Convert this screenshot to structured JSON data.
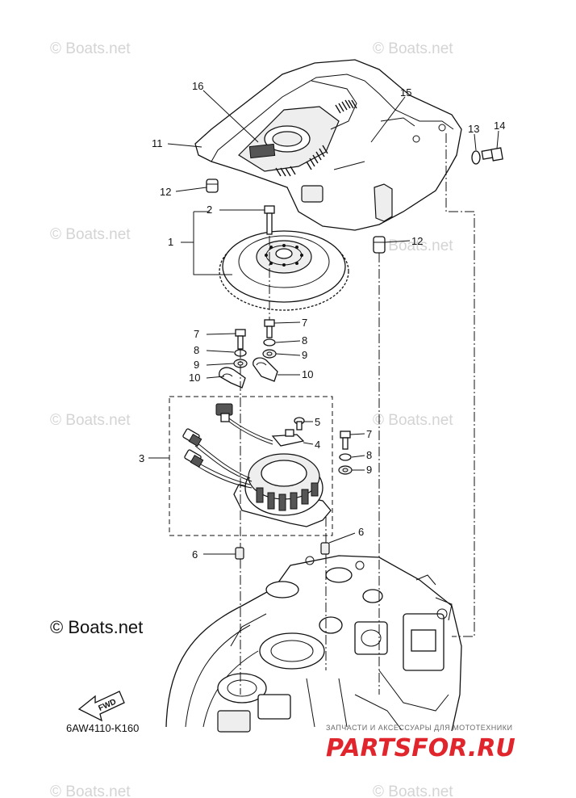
{
  "watermark": "© Boats.net",
  "copyright": "© Boats.net",
  "figure_code": "6AW4110-K160",
  "fwd_label": "FWD",
  "brand": {
    "tagline": "ЗАПЧАСТИ И АКСЕССУАРЫ ДЛЯ МОТОТЕХНИКИ",
    "logo_text": "PARTSFOR.RU"
  },
  "callouts": [
    {
      "id": "16",
      "label": "16"
    },
    {
      "id": "15",
      "label": "15"
    },
    {
      "id": "13",
      "label": "13"
    },
    {
      "id": "14",
      "label": "14"
    },
    {
      "id": "11",
      "label": "11"
    },
    {
      "id": "12a",
      "label": "12"
    },
    {
      "id": "2",
      "label": "2"
    },
    {
      "id": "1",
      "label": "1"
    },
    {
      "id": "12b",
      "label": "12"
    },
    {
      "id": "7a",
      "label": "7"
    },
    {
      "id": "7b",
      "label": "7"
    },
    {
      "id": "8a",
      "label": "8"
    },
    {
      "id": "8b",
      "label": "8"
    },
    {
      "id": "9a",
      "label": "9"
    },
    {
      "id": "9b",
      "label": "9"
    },
    {
      "id": "10a",
      "label": "10"
    },
    {
      "id": "10b",
      "label": "10"
    },
    {
      "id": "5",
      "label": "5"
    },
    {
      "id": "4",
      "label": "4"
    },
    {
      "id": "3",
      "label": "3"
    },
    {
      "id": "7c",
      "label": "7"
    },
    {
      "id": "8c",
      "label": "8"
    },
    {
      "id": "9c",
      "label": "9"
    },
    {
      "id": "6a",
      "label": "6"
    },
    {
      "id": "6b",
      "label": "6"
    }
  ]
}
